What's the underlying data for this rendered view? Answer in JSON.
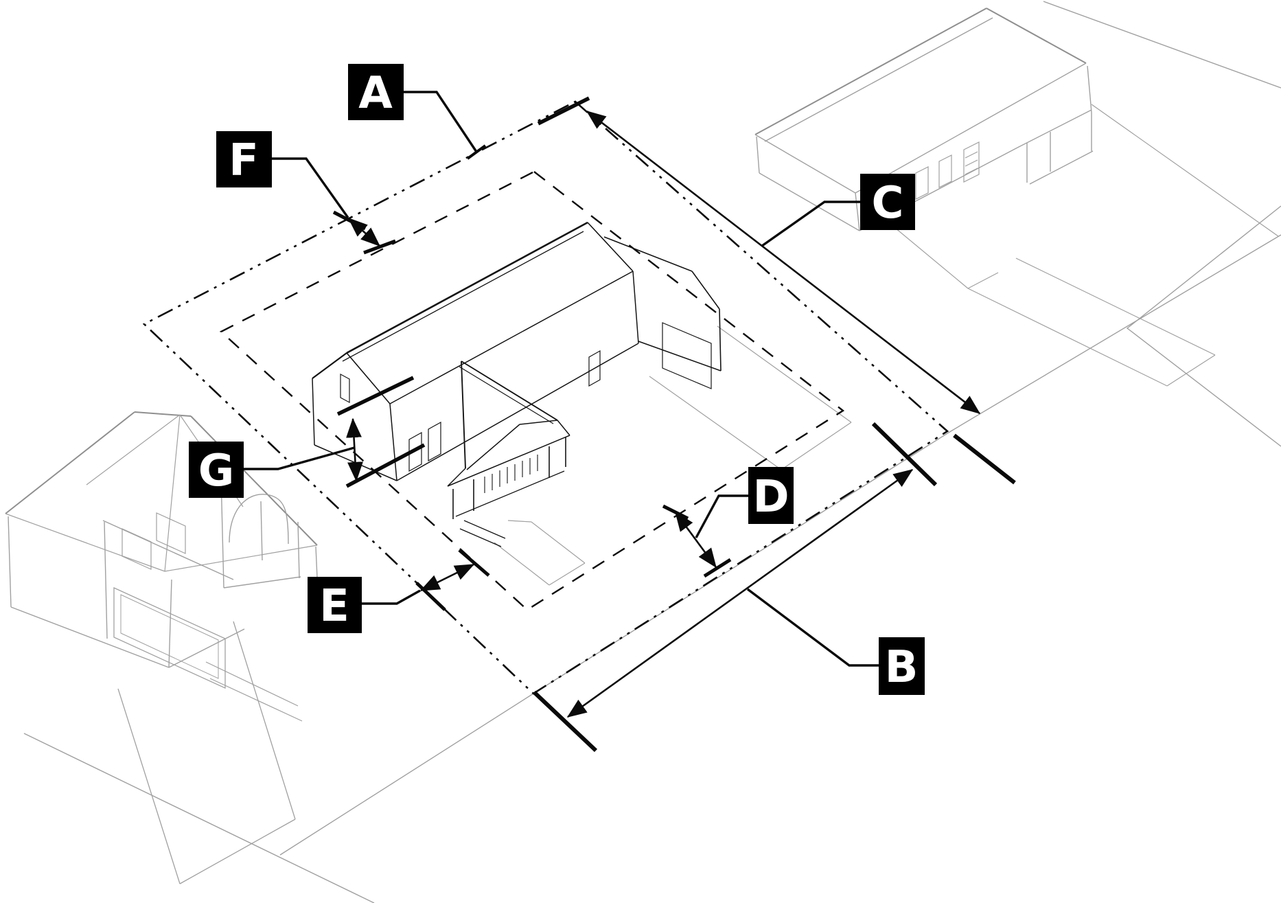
{
  "diagram": {
    "type": "zoning-lot-setback-isometric-diagram",
    "labels": {
      "a": "A",
      "b": "B",
      "c": "C",
      "d": "D",
      "e": "E",
      "f": "F",
      "g": "G"
    },
    "colors": {
      "background": "#ffffff",
      "line_black": "#0a0a0a",
      "neighbor_gray": "#a0a0a0",
      "label_background": "#000000",
      "label_text": "#ffffff"
    }
  }
}
